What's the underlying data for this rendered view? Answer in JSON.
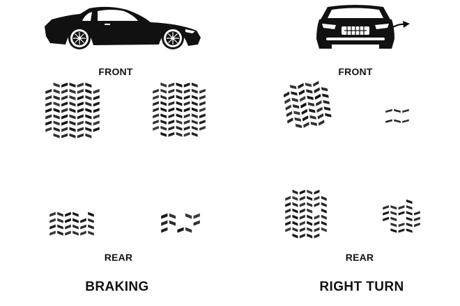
{
  "panels": {
    "braking": {
      "front_label": "FRONT",
      "rear_label": "REAR",
      "title": "BRAKING",
      "icon": "car-side-view-icon"
    },
    "right_turn": {
      "front_label": "FRONT",
      "rear_label": "REAR",
      "title": "RIGHT TURN",
      "icon": "car-front-view-icon",
      "arrow_icon": "right-arrow-icon"
    }
  },
  "colors": {
    "ink": "#111111",
    "background": "#ffffff"
  }
}
